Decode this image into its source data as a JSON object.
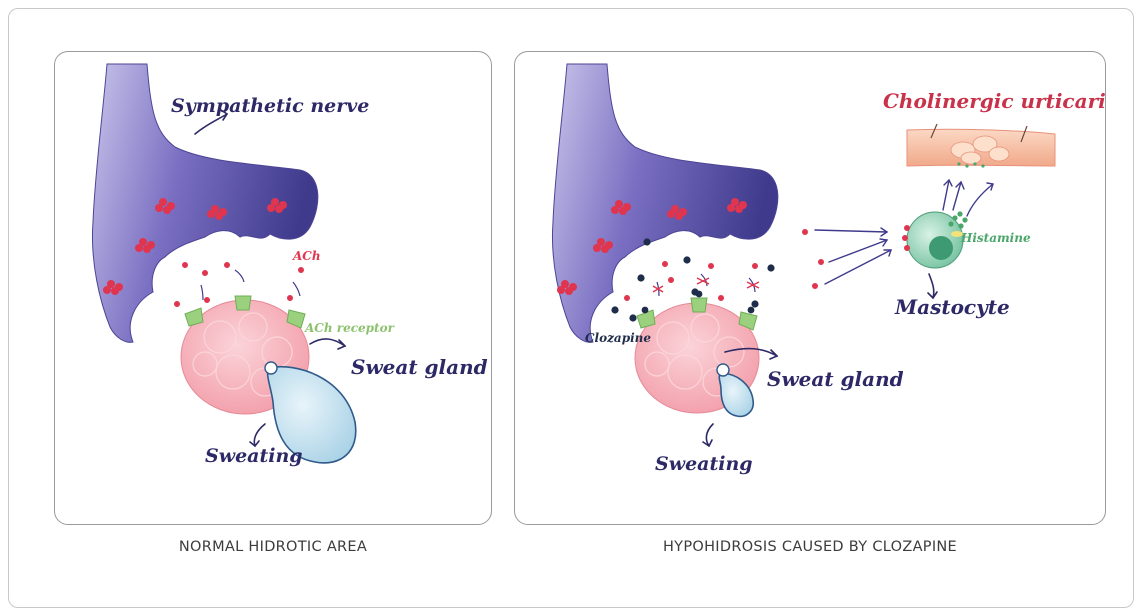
{
  "left_panel": {
    "caption": "NORMAL HIDROTIC AREA",
    "labels": {
      "nerve": "Sympathetic nerve",
      "ach": "ACh",
      "ach_receptor": "ACh receptor",
      "sweat_gland": "Sweat gland",
      "sweating": "Sweating"
    }
  },
  "right_panel": {
    "caption": "HYPOHIDROSIS CAUSED BY CLOZAPINE",
    "labels": {
      "urticaria": "Cholinergic urticaria",
      "histamine": "Histamine",
      "mastocyte": "Mastocyte",
      "clozapine": "Clozapine",
      "sweat_gland": "Sweat gland",
      "sweating": "Sweating"
    }
  },
  "colors": {
    "nerve": "#3f3a8c",
    "ach": "#e0354f",
    "receptor": "#9bd07f",
    "gland": "#f5a7b0",
    "droplet": "#b9dbea",
    "label_text": "#2c2966",
    "urticaria_title": "#c8324a",
    "histamine": "#4aa66a",
    "mastocyte": "#7cc9a8",
    "clozapine": "#1e2d4a",
    "caption": "#3c3c3c"
  }
}
